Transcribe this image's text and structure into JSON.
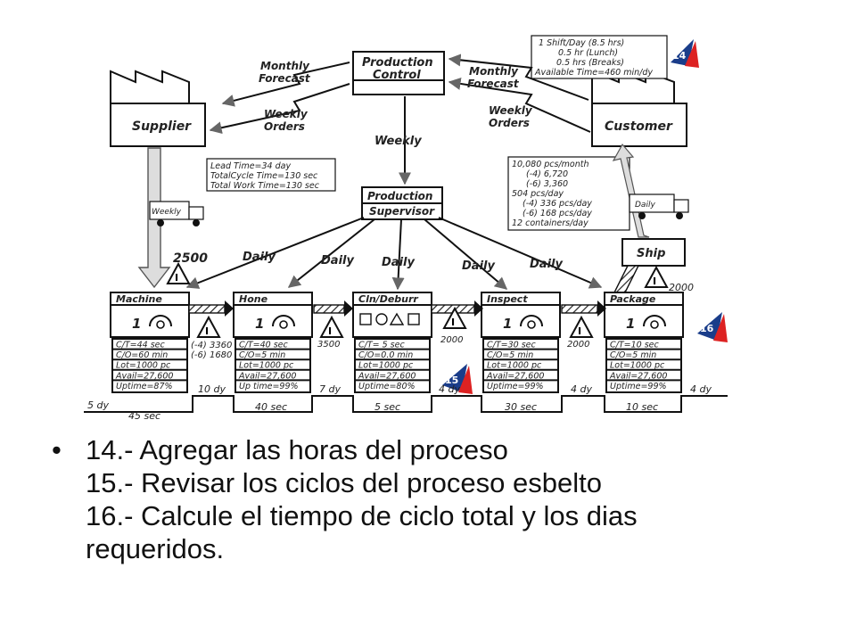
{
  "entities": {
    "supplier": "Supplier",
    "production_control": [
      "Production",
      "Control"
    ],
    "customer": "Customer",
    "production_supervisor": [
      "Production",
      "Supervisor"
    ],
    "ship": "Ship"
  },
  "flows": {
    "monthly_forecast_left": [
      "Monthly",
      "Forecast"
    ],
    "weekly_orders_left": [
      "Weekly",
      "Orders"
    ],
    "monthly_forecast_right": [
      "Monthly",
      "Forecast"
    ],
    "weekly_orders_right": [
      "Weekly",
      "Orders"
    ],
    "weekly_center": "Weekly",
    "truck_left": "Weekly",
    "truck_right": "Daily",
    "daily_labels": [
      "Daily",
      "Daily",
      "Daily",
      "Daily",
      "Daily"
    ]
  },
  "lead_time_box": [
    "Lead Time=34 day",
    "TotalCycle Time=130 sec",
    "Total Work Time=130 sec"
  ],
  "customer_info": [
    "1 Shift/Day (8.5 hrs)",
    "0.5 hr (Lunch)",
    "0.5 hrs (Breaks)",
    "Available Time=460 min/dy"
  ],
  "demand_info": [
    "10,080 pcs/month",
    "(-4) 6,720",
    "(-6) 3,360",
    "504 pcs/day",
    "(-4) 336 pcs/day",
    "(-6) 168 pcs/day",
    "12 containers/day"
  ],
  "badges": [
    "14",
    "15",
    "16"
  ],
  "processes": [
    {
      "name": "Machine",
      "operators": "1",
      "data": [
        "C/T=44 sec",
        "C/O=60 min",
        "Lot=1000 pc",
        "Avail=27,600",
        "Uptime=87%"
      ]
    },
    {
      "name": "Hone",
      "operators": "1",
      "data": [
        "C/T=40 sec",
        "C/O=5 min",
        "Lot=1000 pc",
        "Avail=27,600",
        "Up time=99%"
      ]
    },
    {
      "name": "Cln/Deburr",
      "operators": "",
      "data": [
        "C/T= 5 sec",
        "C/O=0.0 min",
        "Lot=1000 pc",
        "Avail=27,600",
        "Uptime=80%"
      ]
    },
    {
      "name": "Inspect",
      "operators": "1",
      "data": [
        "C/T=30 sec",
        "C/O=5 min",
        "Lot=1000 pc",
        "Avail=27,600",
        "Uptime=99%"
      ]
    },
    {
      "name": "Package",
      "operators": "1",
      "data": [
        "C/T=10 sec",
        "C/O=5 min",
        "Lot=1000 pc",
        "Avail=27,600",
        "Uptime=99%"
      ]
    }
  ],
  "inventory": {
    "raw": "2500",
    "machine_hone": [
      "(-4) 3360",
      "(-6) 1680"
    ],
    "hone_cln": "3500",
    "cln_inspect": "2000",
    "inspect_package": "2000",
    "finished": "2000",
    "triangle_label": "I"
  },
  "timeline": {
    "days": [
      "5 dy",
      "10 dy",
      "7 dy",
      "4 dy",
      "4 dy",
      "4 dy"
    ],
    "secs": [
      "45 sec",
      "40 sec",
      "5 sec",
      "30 sec",
      "10 sec"
    ]
  },
  "bullet": {
    "lines": [
      "14.- Agregar las horas del proceso",
      "15.- Revisar los ciclos del proceso esbelto",
      "16.- Calcule el tiempo de ciclo total y los dias",
      "requeridos."
    ]
  }
}
